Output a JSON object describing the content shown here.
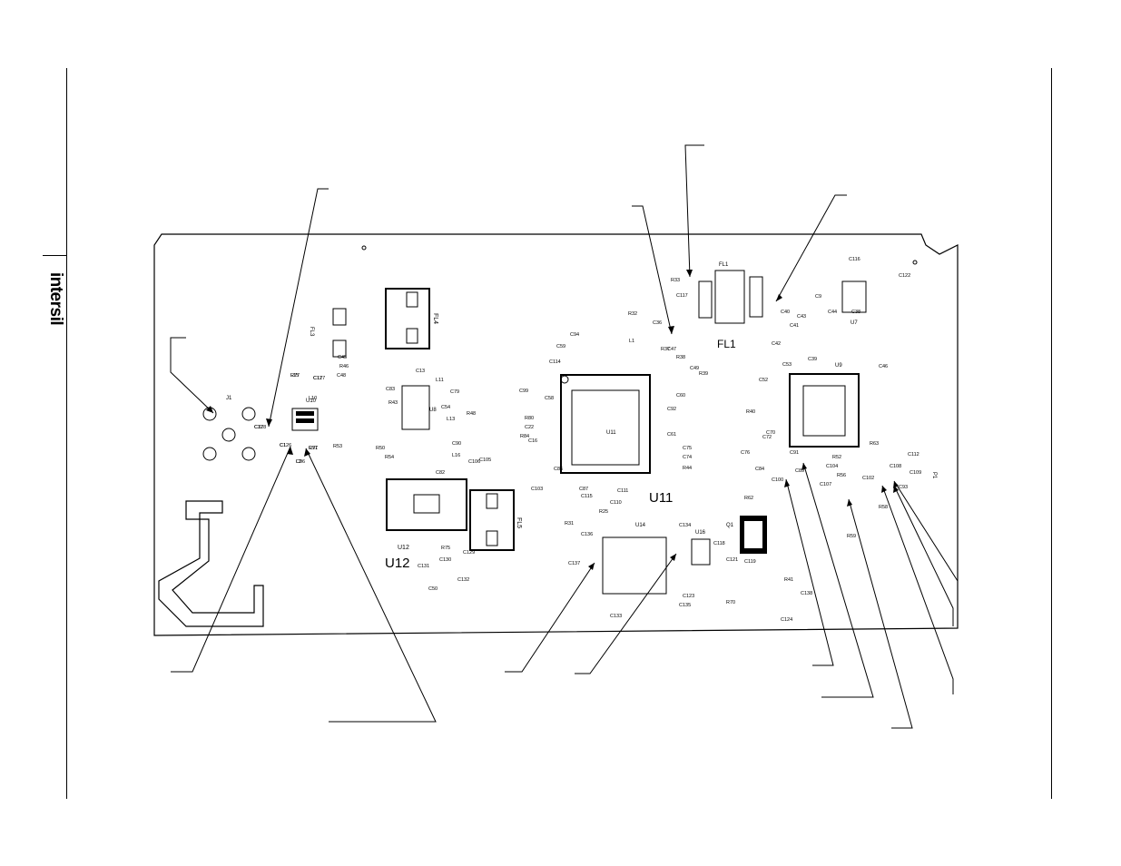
{
  "brand": {
    "logo_text": "intersil"
  },
  "board": {
    "connectors": {
      "j1": "J1",
      "p1": "P1",
      "q1": "Q1"
    },
    "ics": [
      {
        "id": "u11",
        "label": "U11",
        "big_label": "U11"
      },
      {
        "id": "u12",
        "label": "U12",
        "big_label": "U12"
      },
      {
        "id": "u14",
        "label": "U14"
      },
      {
        "id": "u16",
        "label": "U16"
      },
      {
        "id": "u9",
        "label": "U9"
      },
      {
        "id": "u8",
        "label": "U8"
      },
      {
        "id": "u7",
        "label": "U7"
      },
      {
        "id": "u10",
        "label": "U10"
      }
    ],
    "filters": {
      "fl1": "FL1",
      "fl1_big": "FL1",
      "fl3": "FL3",
      "fl4": "FL4",
      "fl5": "FL5"
    },
    "small_labels": [
      "L15",
      "C37",
      "C17",
      "C1",
      "C96",
      "C97",
      "R53",
      "C48",
      "R46",
      "C45",
      "L10",
      "C13",
      "C83",
      "R43",
      "L11",
      "C79",
      "R48",
      "C54",
      "L13",
      "C90",
      "L16",
      "R50",
      "R54",
      "C82",
      "C105",
      "C106",
      "C114",
      "R80",
      "C22",
      "C16",
      "C58",
      "C59",
      "C94",
      "R32",
      "C36",
      "R37",
      "L1",
      "C47",
      "R38",
      "C49",
      "R39",
      "C60",
      "C61",
      "C75",
      "C74",
      "R44",
      "C92",
      "C99",
      "R84",
      "C103",
      "C86",
      "C87",
      "R31",
      "C115",
      "C111",
      "C110",
      "R25",
      "R33",
      "C117",
      "C116",
      "C122",
      "C9",
      "C44",
      "C38",
      "C43",
      "C42",
      "C40",
      "C41",
      "C39",
      "C53",
      "C46",
      "C52",
      "R40",
      "C72",
      "C70",
      "C76",
      "C84",
      "C91",
      "C89",
      "C100",
      "C107",
      "R56",
      "C104",
      "R52",
      "R63",
      "C112",
      "C108",
      "C109",
      "C93",
      "C102",
      "R58",
      "R59",
      "R62",
      "C119",
      "C121",
      "R70",
      "C124",
      "C138",
      "R41",
      "C136",
      "C137",
      "C133",
      "C135",
      "C134",
      "C118",
      "C123",
      "C129",
      "C130",
      "C131",
      "C132",
      "R75",
      "C50",
      "R77",
      "C128",
      "C127",
      "C126",
      "L2",
      "R71"
    ]
  }
}
